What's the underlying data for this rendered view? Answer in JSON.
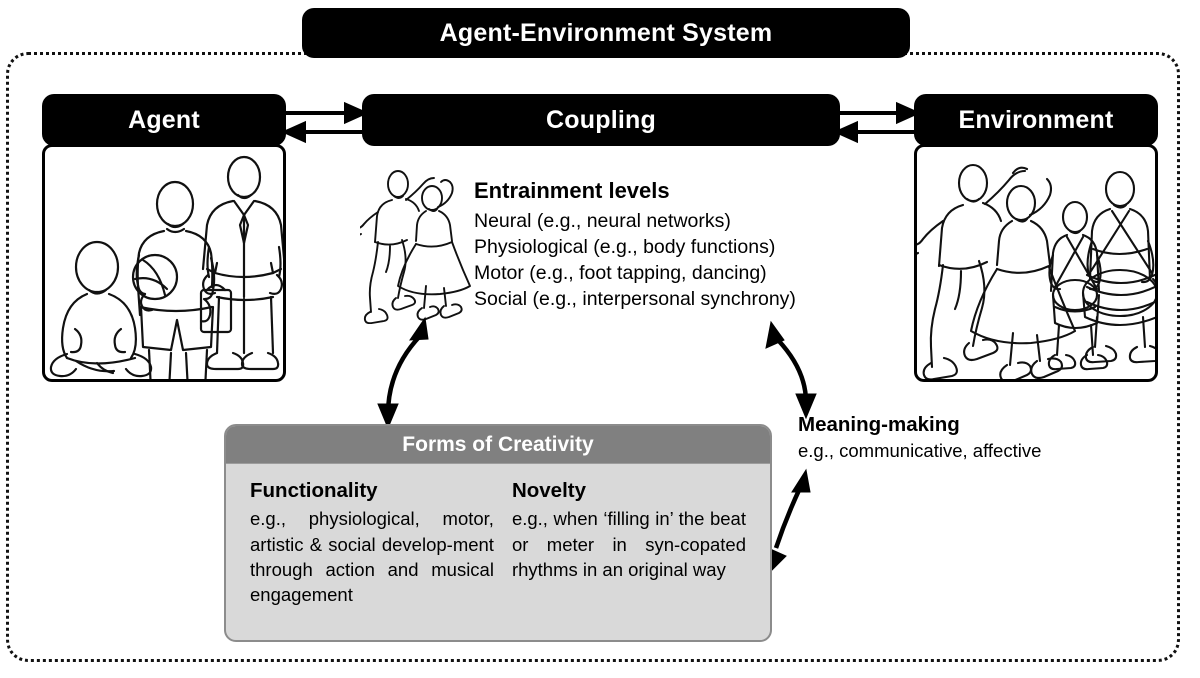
{
  "system": {
    "title": "Agent-Environment System"
  },
  "agent": {
    "title": "Agent",
    "illustration": "agent-figures-illustration"
  },
  "coupling": {
    "title": "Coupling",
    "illustration": "dancing-couple-illustration",
    "entrainment": {
      "heading": "Entrainment levels",
      "items": [
        "Neural (e.g., neural networks)",
        "Physiological (e.g., body functions)",
        "Motor (e.g., foot tapping, dancing)",
        "Social (e.g., interpersonal synchrony)"
      ]
    }
  },
  "environment": {
    "title": "Environment",
    "illustration": "dancers-and-drummers-illustration"
  },
  "creativity": {
    "header": "Forms of Creativity",
    "columns": [
      {
        "title": "Functionality",
        "text": "e.g., physiological, motor, artistic & social develop-ment through action and musical engagement"
      },
      {
        "title": "Novelty",
        "text": "e.g., when ‘filling in’ the beat or meter in syn-copated rhythms in an original way"
      }
    ]
  },
  "meaning_making": {
    "heading": "Meaning-making",
    "detail": "e.g., communicative, affective"
  },
  "connectors": {
    "agent_coupling": "bidirectional-arrow",
    "coupling_environment": "bidirectional-arrow",
    "coupling_creativity": "curved-double-arrow",
    "coupling_meaning": "curved-double-arrow",
    "meaning_creativity": "curved-double-arrow"
  },
  "colors": {
    "bar_background": "#000000",
    "bar_text": "#ffffff",
    "creativity_header": "#808080",
    "creativity_body": "#d9d9d9",
    "boundary": "#111111"
  }
}
